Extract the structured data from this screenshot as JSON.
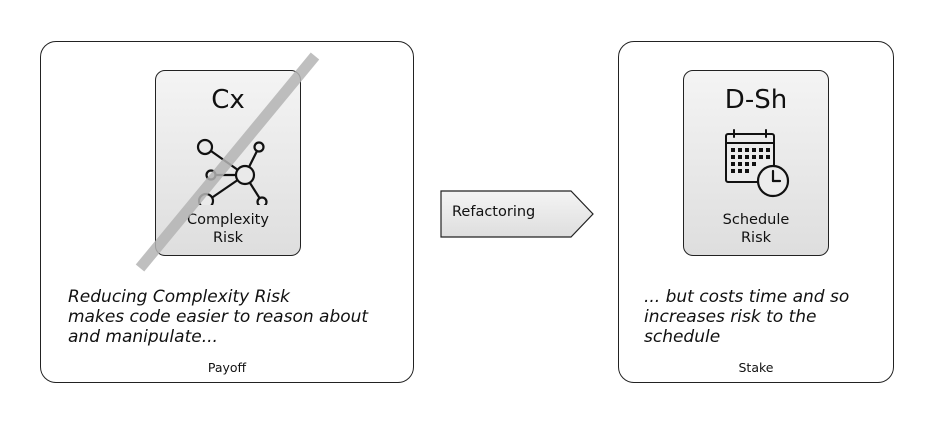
{
  "payoff": {
    "card_code": "Cx",
    "card_label": "Complexity\nRisk",
    "description": "Reducing Complexity Risk\nmakes code easier to reason about\nand manipulate...",
    "footer": "Payoff"
  },
  "transition": {
    "label": "Refactoring"
  },
  "stake": {
    "card_code": "D-Sh",
    "card_label": "Schedule\nRisk",
    "description": "... but costs time and so\nincreases risk to the\nschedule",
    "footer": "Stake"
  },
  "icons": {
    "complexity": "network-graph-icon",
    "schedule": "calendar-clock-icon"
  },
  "colors": {
    "card_gradient_top": "#f4f4f4",
    "card_gradient_bottom": "#dedede",
    "strike_line": "#b4b4b4",
    "outline": "#222222"
  }
}
